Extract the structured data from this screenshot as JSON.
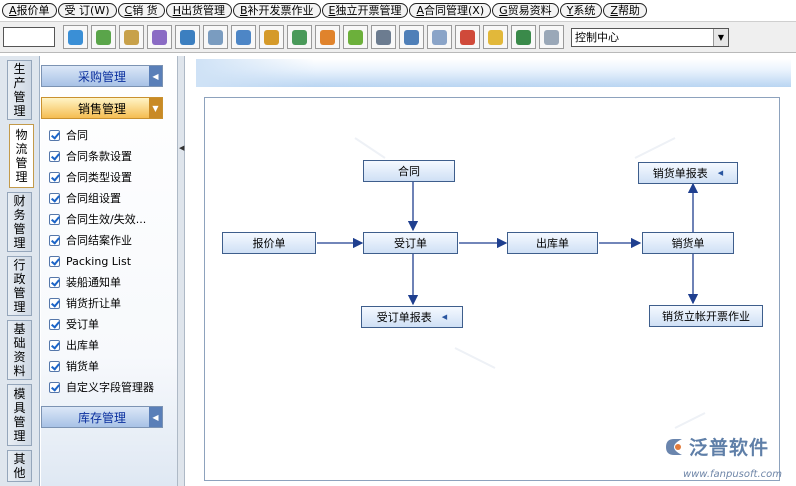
{
  "menu": [
    {
      "key": "A",
      "label": "报价单"
    },
    {
      "key": "",
      "label": "受 订(W)"
    },
    {
      "key": "C",
      "label": "销 货"
    },
    {
      "key": "H",
      "label": "出货管理"
    },
    {
      "key": "B",
      "label": "补开发票作业"
    },
    {
      "key": "E",
      "label": "独立开票管理"
    },
    {
      "key": "A",
      "label": "合同管理(X)"
    },
    {
      "key": "G",
      "label": "贸易资料"
    },
    {
      "key": "Y",
      "label": "系统"
    },
    {
      "key": "Z",
      "label": "帮助"
    }
  ],
  "toolbar": {
    "input_value": "",
    "buttons": [
      {
        "icon": "refresh-icon",
        "color": "#3a8fd6"
      },
      {
        "icon": "users-icon",
        "color": "#5aa54a"
      },
      {
        "icon": "edit-icon",
        "color": "#c8a14a"
      },
      {
        "icon": "palette-icon",
        "color": "#8a6bc4"
      },
      {
        "icon": "monitor-icon",
        "color": "#3c7fc0"
      },
      {
        "icon": "book-icon",
        "color": "#7a9cc0"
      },
      {
        "icon": "window-icon",
        "color": "#4d86c6"
      },
      {
        "icon": "transfer-icon",
        "color": "#d59a2a"
      },
      {
        "icon": "chart-icon",
        "color": "#4a9a5a"
      },
      {
        "icon": "stack-icon",
        "color": "#e0832c"
      },
      {
        "icon": "exchange-icon",
        "color": "#6cb03b"
      },
      {
        "icon": "calculator-icon",
        "color": "#6c7c90"
      },
      {
        "icon": "clipboard-icon",
        "color": "#4f7fb8"
      },
      {
        "icon": "link-icon",
        "color": "#8aa4c8"
      },
      {
        "icon": "network-icon",
        "color": "#d04a3a"
      },
      {
        "icon": "bell-icon",
        "color": "#e2b83a"
      },
      {
        "icon": "exit-icon",
        "color": "#3a8a4a"
      },
      {
        "icon": "panel-icon",
        "color": "#9aa8b8"
      }
    ],
    "module_select": "控制中心"
  },
  "vtabs": [
    "生产管理",
    "物流管理",
    "财务管理",
    "行政管理",
    "基础资料",
    "模具管理",
    "其他"
  ],
  "active_vtab": "物流管理",
  "nav": {
    "group_purchase": "采购管理",
    "group_sales": "销售管理",
    "group_inventory": "库存管理",
    "items": [
      "合同",
      "合同条款设置",
      "合同类型设置",
      "合同组设置",
      "合同生效/失效...",
      "合同结案作业",
      "Packing List",
      "装船通知单",
      "销货折让单",
      "受订单",
      "出库单",
      "销货单",
      "自定义字段管理器"
    ]
  },
  "flow": {
    "contract": "合同",
    "quote": "报价单",
    "order": "受订单",
    "outbound": "出库单",
    "sales": "销货单",
    "sales_report": "销货单报表",
    "order_report": "受订单报表",
    "invoice": "销货立帐开票作业"
  },
  "brand": {
    "name": "泛普软件",
    "url": "www.fanpusoft.com"
  }
}
